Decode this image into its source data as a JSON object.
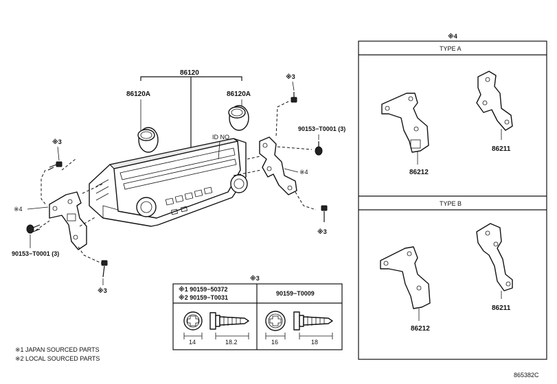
{
  "diagram": {
    "main": {
      "assembly": "86120",
      "knob_left": "86120A",
      "knob_right": "86120A",
      "id_no": "ID NO.",
      "bolt_note": "※3",
      "bracket_note": "※4",
      "screw_part": "90153−T0001 (3)"
    },
    "type_panel": {
      "header": "※4",
      "type_a": {
        "title": "TYPE A",
        "left_part": "86212",
        "right_part": "86211"
      },
      "type_b": {
        "title": "TYPE B",
        "left_part": "86212",
        "right_part": "86211"
      }
    },
    "screw_table": {
      "header": "※3",
      "col1_line1": "※1 90159−50372",
      "col1_line2": "※2 90159−T0031",
      "col2": "90159−T0009",
      "dim1_head": "14",
      "dim1_len": "18.2",
      "dim2_head": "16",
      "dim2_len": "18"
    },
    "legend": {
      "note1": "※1 JAPAN SOURCED PARTS",
      "note2": "※2 LOCAL SOURCED PARTS"
    },
    "drawing_code": "865382C"
  }
}
